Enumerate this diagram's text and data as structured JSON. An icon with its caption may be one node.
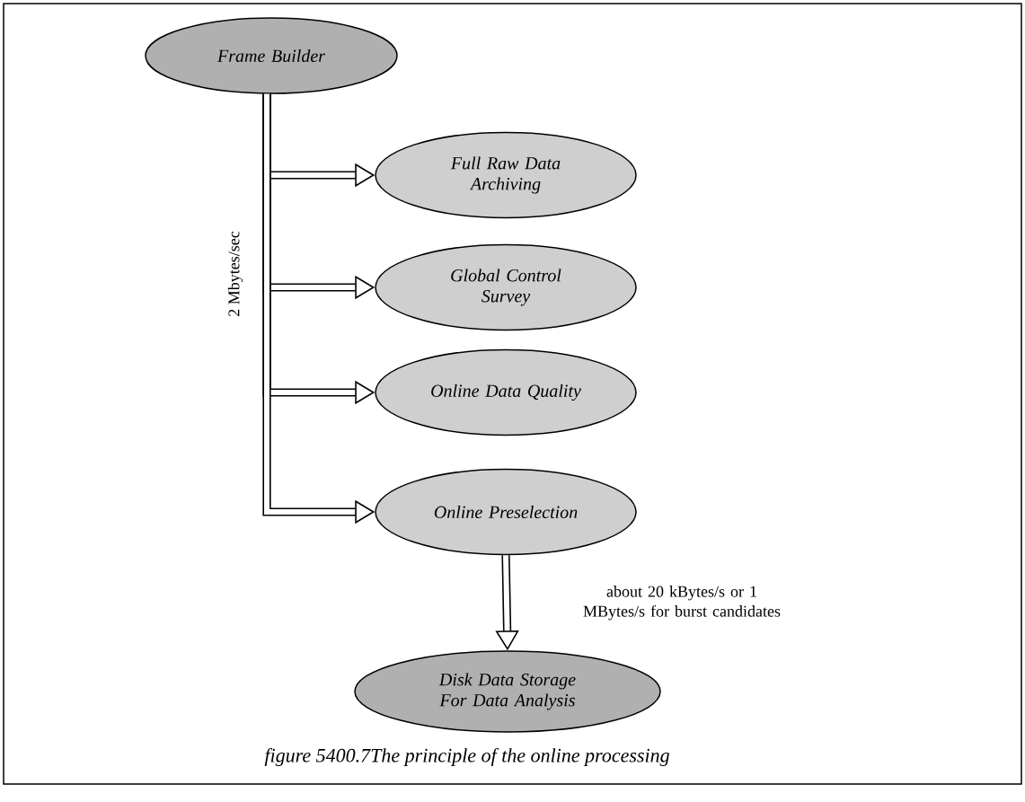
{
  "diagram": {
    "caption": "figure 5400.7The principle of the online processing",
    "nodes": [
      {
        "text": [
          "Frame Builder"
        ]
      },
      {
        "text": [
          "Full Raw Data Archiving"
        ]
      },
      {
        "text": [
          "Global Control Survey"
        ]
      },
      {
        "text": [
          "Online Data Quality"
        ]
      },
      {
        "text": [
          "Online Preselection"
        ]
      },
      {
        "text": [
          "Disk Data Storage For Data Analysis"
        ]
      }
    ],
    "edges": [
      {
        "from": 0,
        "to": 1,
        "arrow": "to"
      },
      {
        "from": 0,
        "to": 2,
        "arrow": "to"
      },
      {
        "from": 0,
        "to": 3,
        "arrow": "to"
      },
      {
        "from": 0,
        "to": 4,
        "arrow": "to"
      },
      {
        "from": 4,
        "to": 5,
        "arrow": "to",
        "label": "about 20 kBytes/s or 1 MBytes/s for burst candidates"
      }
    ],
    "labels": [
      "2 Mbytes/sec"
    ]
  }
}
